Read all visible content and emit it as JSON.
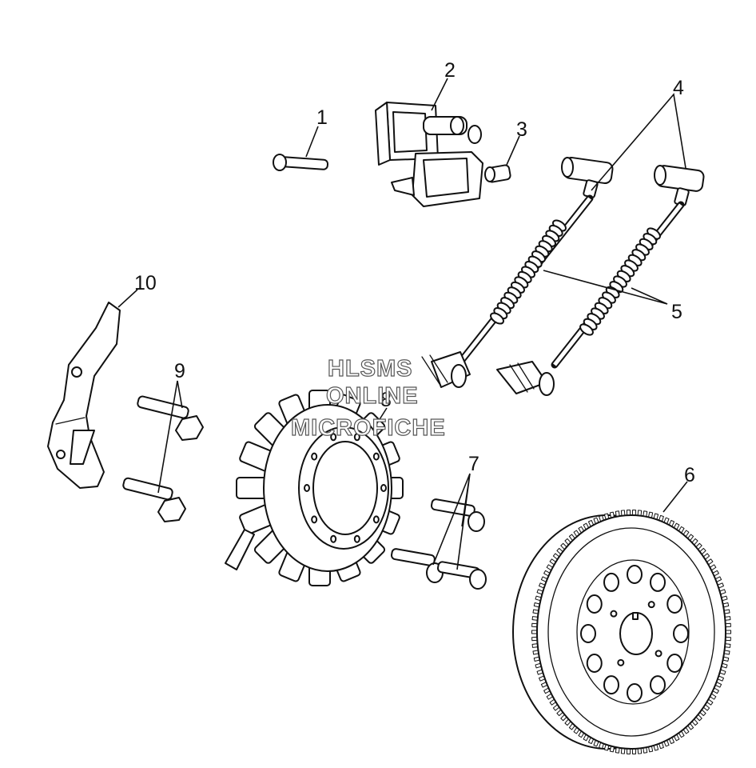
{
  "callouts": {
    "c1": "1",
    "c2": "2",
    "c3": "3",
    "c4": "4",
    "c5": "5",
    "c6": "6",
    "c7": "7",
    "c8": "8",
    "c9": "9",
    "c10": "10"
  },
  "watermark": {
    "line1": "HLSMS",
    "line2": "ONLINE",
    "line3": "MICROFICHE"
  },
  "colors": {
    "ink": "#111111",
    "paper": "#ffffff",
    "watermark_outline": "#555555"
  }
}
